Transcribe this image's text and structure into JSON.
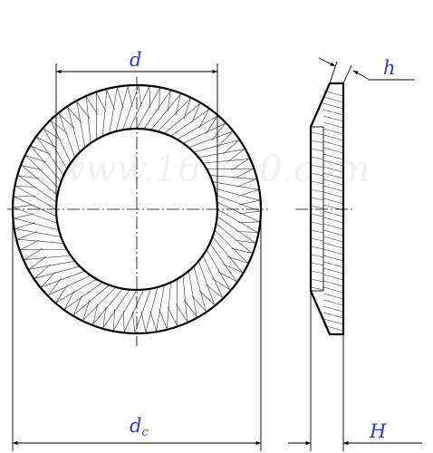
{
  "labels": {
    "inner_diameter": "d",
    "contact_diameter_main": "d",
    "contact_diameter_sub": "c",
    "thickness": "h",
    "height": "H"
  },
  "watermark": "www.16-120.com",
  "colors": {
    "label": "#2a3fbf",
    "outline": "#000000",
    "hatch": "#333333"
  }
}
